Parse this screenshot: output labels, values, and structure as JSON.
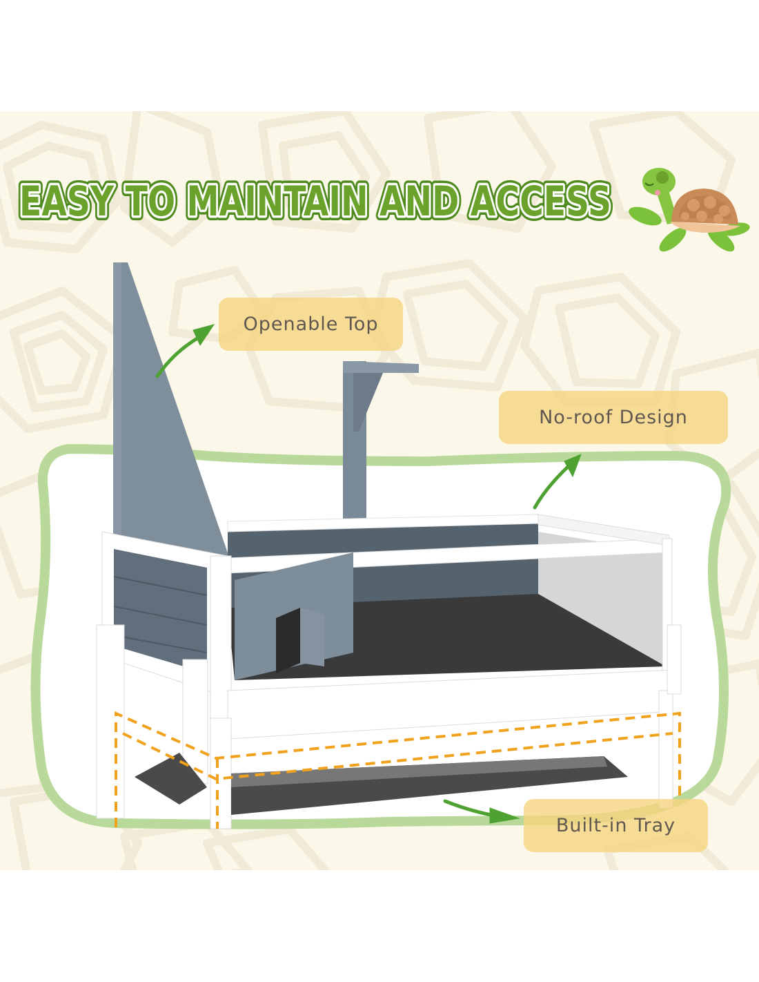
{
  "title": "EASY TO MAINTAIN AND ACCESS",
  "callouts": [
    {
      "id": "openable-top",
      "text": "Openable Top"
    },
    {
      "id": "no-roof",
      "text": "No-roof Design"
    },
    {
      "id": "built-in-tray",
      "text": "Built-in Tray"
    }
  ],
  "icons": {
    "mascot": "turtle-icon",
    "arrows": "curved-arrow-icon"
  },
  "colors": {
    "background": "#fbf8ea",
    "pattern": "#f1ead6",
    "title_fill": "#6aa22c",
    "title_outline": "#4f8a1e",
    "label_bg": "#f6d37d",
    "label_text": "#5f5750",
    "arrow_green": "#4ea232",
    "blob_outline": "#b9d99a",
    "wood_gray": "#7b8a98",
    "frame_white": "#ffffff",
    "dash_orange": "#f0a21c",
    "tray_dark": "#3b3b3b"
  }
}
